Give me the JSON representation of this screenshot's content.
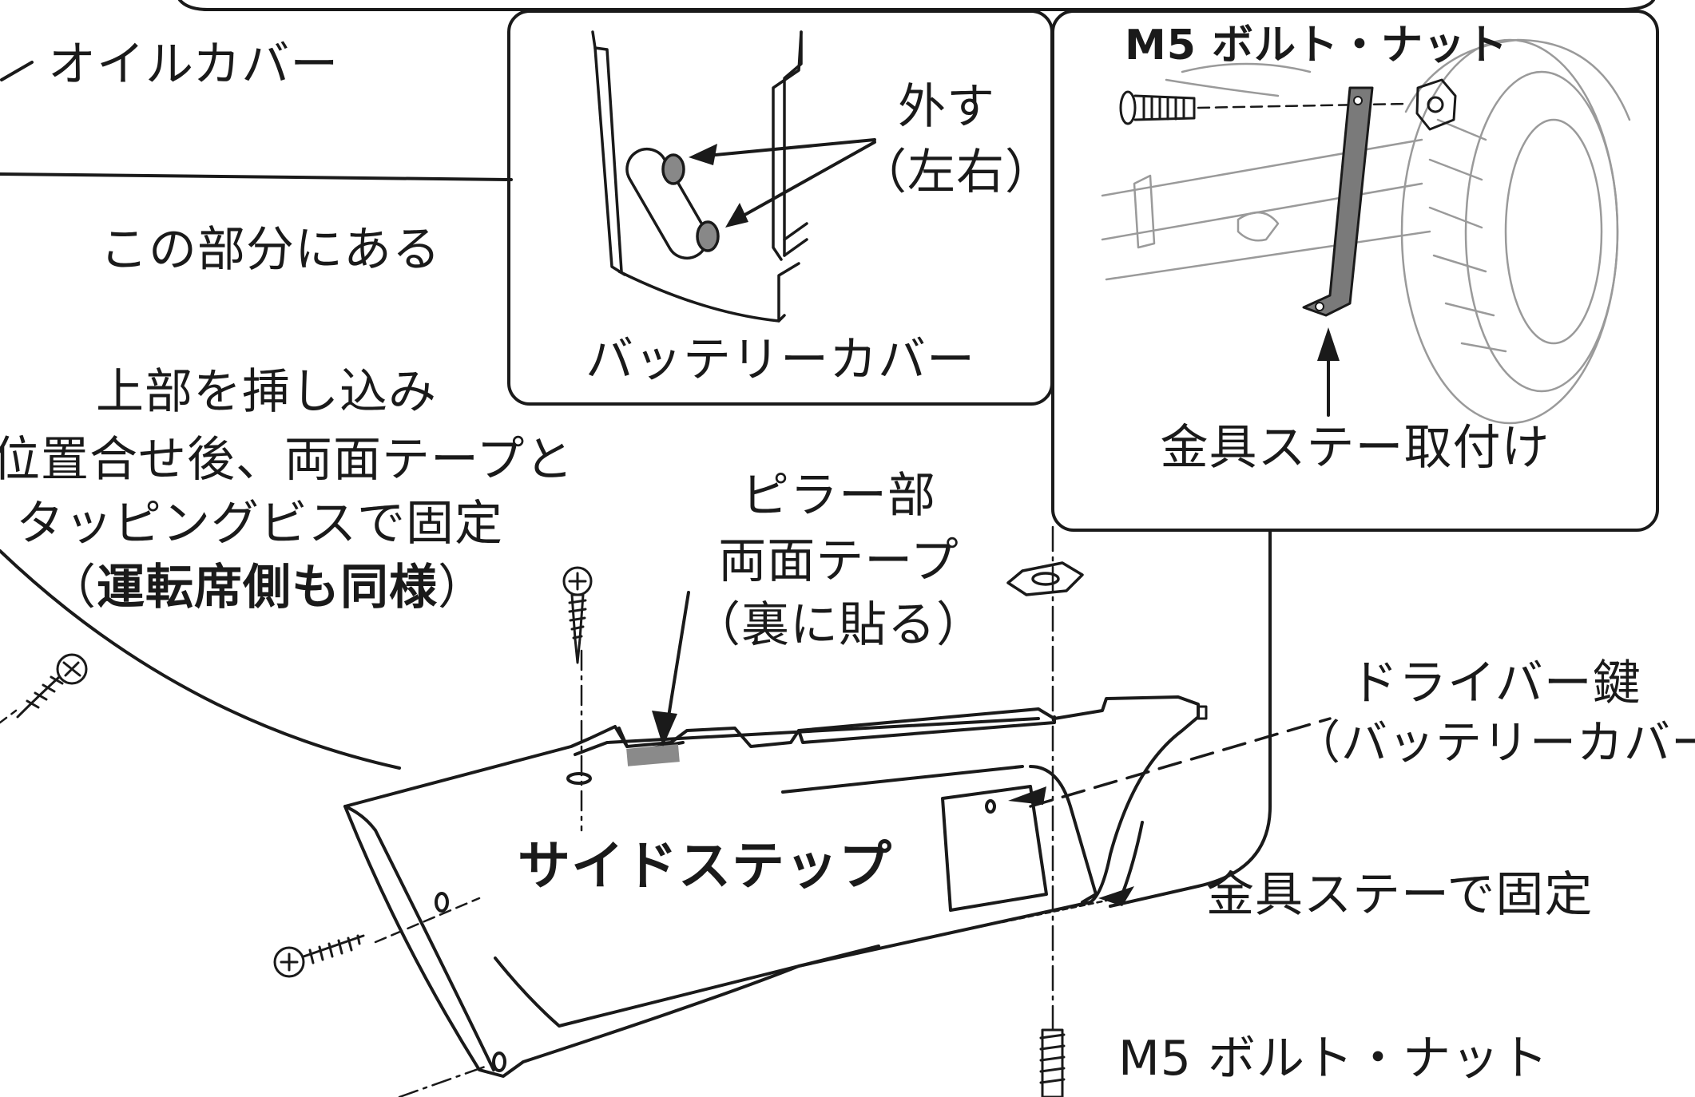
{
  "labels": {
    "oil_cover": "オイルカバー",
    "this_part": "この部分にある",
    "instruction_1": "上部を挿し込み",
    "instruction_2": "位置合せ後、両面テープと",
    "instruction_3": "タッピングビスで固定",
    "instruction_4_open": "（",
    "instruction_4_bold": "運転席側も同様",
    "instruction_4_close": "）",
    "remove": "外す",
    "left_right": "（左右）",
    "battery_cover": "バッテリーカバー",
    "bolt_nut_top": "M5 ボルト・ナット",
    "bracket_install": "金具ステー取付け",
    "pillar": "ピラー部",
    "double_tape": "両面テープ",
    "stick_back": "（裏に貼る）",
    "driver_key": "ドライバー鍵",
    "driver_key_sub": "（バッテリーカバー）",
    "side_step": "サイドステップ",
    "fix_with_bracket": "金具ステーで固定",
    "bolt_nut_bottom": "M5 ボルト・ナット"
  },
  "colors": {
    "line": "#1a1a1a",
    "tape": "#8a8a8a",
    "bracket": "#7a7a7a",
    "faint": "#9a9a9a"
  }
}
